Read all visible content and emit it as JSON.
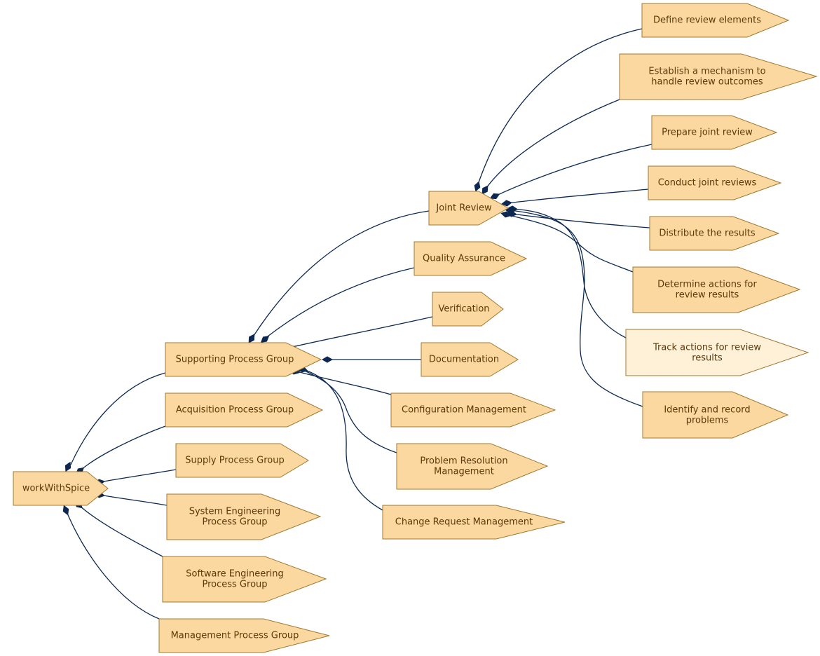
{
  "diagram": {
    "root": {
      "label": "workWithSpice"
    },
    "process_groups": [
      {
        "label": "Supporting Process Group"
      },
      {
        "label": "Acquisition Process Group"
      },
      {
        "label": "Supply Process Group"
      },
      {
        "label": "System Engineering Process Group"
      },
      {
        "label": "Software Engineering Process Group"
      },
      {
        "label": "Management Process Group"
      }
    ],
    "supporting_processes": [
      {
        "label": "Joint Review"
      },
      {
        "label": "Quality Assurance"
      },
      {
        "label": "Verification"
      },
      {
        "label": "Documentation"
      },
      {
        "label": "Configuration Management"
      },
      {
        "label": "Problem Resolution Management"
      },
      {
        "label": "Change Request Management"
      }
    ],
    "joint_review_tasks": [
      {
        "label": "Define review elements"
      },
      {
        "label": "Establish a mechanism to handle review outcomes"
      },
      {
        "label": "Prepare joint review"
      },
      {
        "label": "Conduct joint reviews"
      },
      {
        "label": "Distribute the results"
      },
      {
        "label": "Determine actions for review results"
      },
      {
        "label": "Track actions for review results",
        "highlighted": true
      },
      {
        "label": "Identify and record problems"
      }
    ],
    "colors": {
      "node_fill": "#fbd89f",
      "node_highlight_fill": "#fff0d8",
      "node_stroke": "#a07830",
      "label_text": "#5a3a0a",
      "edge": "#0c2850"
    }
  }
}
